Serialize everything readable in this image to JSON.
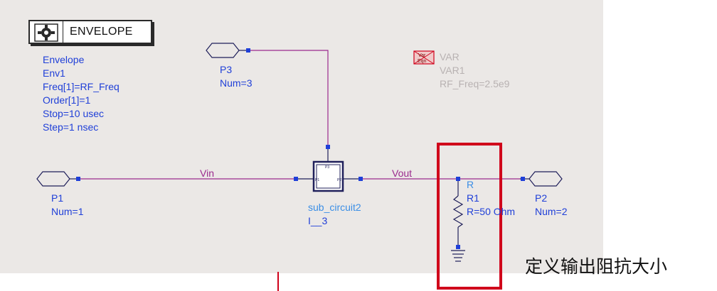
{
  "envelope": {
    "header": "ENVELOPE",
    "icon": "envelope-controller-icon",
    "lines": [
      "Envelope",
      "Env1",
      "Freq[1]=RF_Freq",
      "Order[1]=1",
      "Stop=10 usec",
      "Step=1 nsec"
    ]
  },
  "var_block": {
    "icon_text_top": "Var",
    "icon_text_bottom": "Eqn",
    "lines": [
      "VAR",
      "VAR1",
      "RF_Freq=2.5e9"
    ]
  },
  "ports": {
    "p1": {
      "name": "P1",
      "num": "Num=1"
    },
    "p2": {
      "name": "P2",
      "num": "Num=2"
    },
    "p3": {
      "name": "P3",
      "num": "Num=3"
    }
  },
  "subcircuit": {
    "name": "sub_circuit2",
    "instance": "I__3",
    "pin_top": "P3",
    "pin_left": "P1",
    "pin_right": "P2"
  },
  "resistor": {
    "type": "R",
    "name": "R1",
    "value": "R=50 Ohm"
  },
  "wires": {
    "vin": "Vin",
    "vout": "Vout"
  },
  "annotation": "定义输出阻抗大小",
  "colors": {
    "canvas": "#ebe8e6",
    "wire": "#9b2a8e",
    "pin": "#1f3fd8",
    "highlight": "#d0021b"
  }
}
